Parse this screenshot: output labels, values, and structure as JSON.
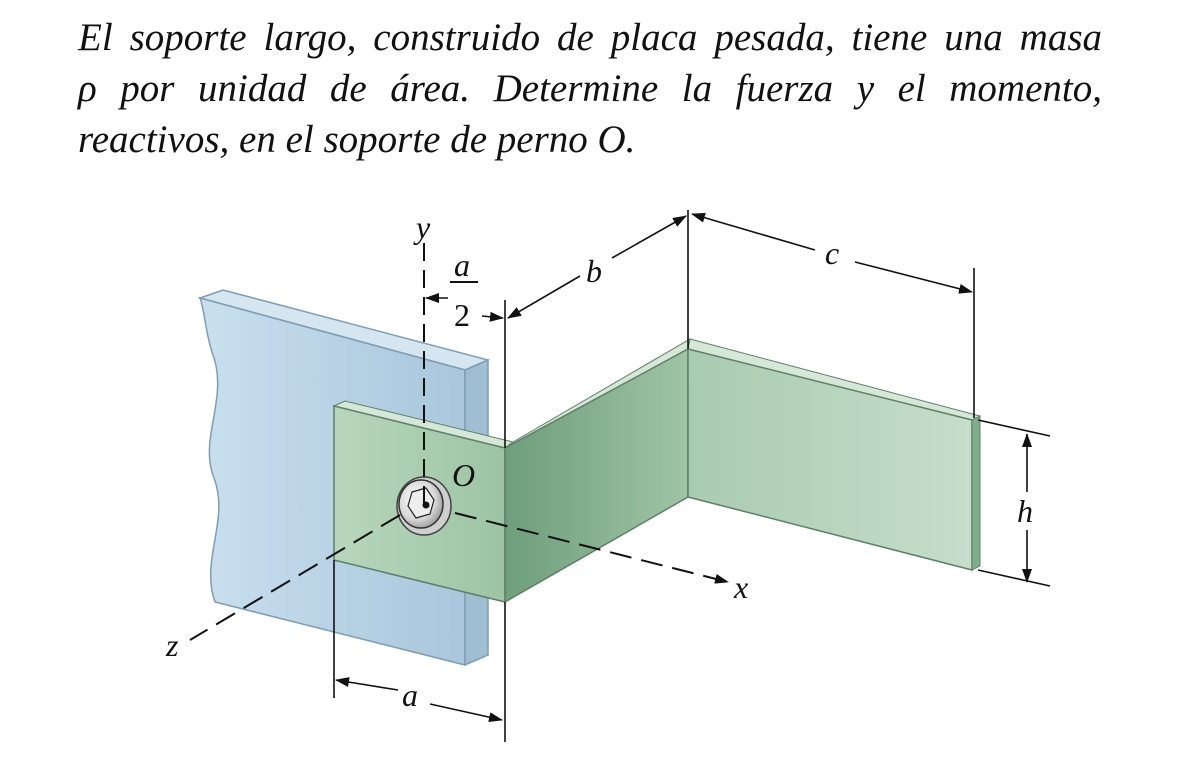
{
  "problem": {
    "lines": [
      "El soporte largo, construido de placa pesada, tiene una masa",
      "ρ por unidad de área. Determine la fuerza y el momento,",
      "reactivos, en el soporte de perno O."
    ]
  },
  "figure": {
    "labels": {
      "y_axis": "y",
      "x_axis": "x",
      "z_axis": "z",
      "origin": "O",
      "a_half_num": "a",
      "a_half_den": "2",
      "dim_a": "a",
      "dim_b": "b",
      "dim_c": "c",
      "dim_h": "h"
    },
    "colors": {
      "wall": "#b9d4e6",
      "wall_edge": "#7f9db3",
      "plate_light": "#aecdb2",
      "plate_mid": "#8cb896",
      "plate_dark": "#6f9f7c",
      "line": "#111111"
    }
  }
}
